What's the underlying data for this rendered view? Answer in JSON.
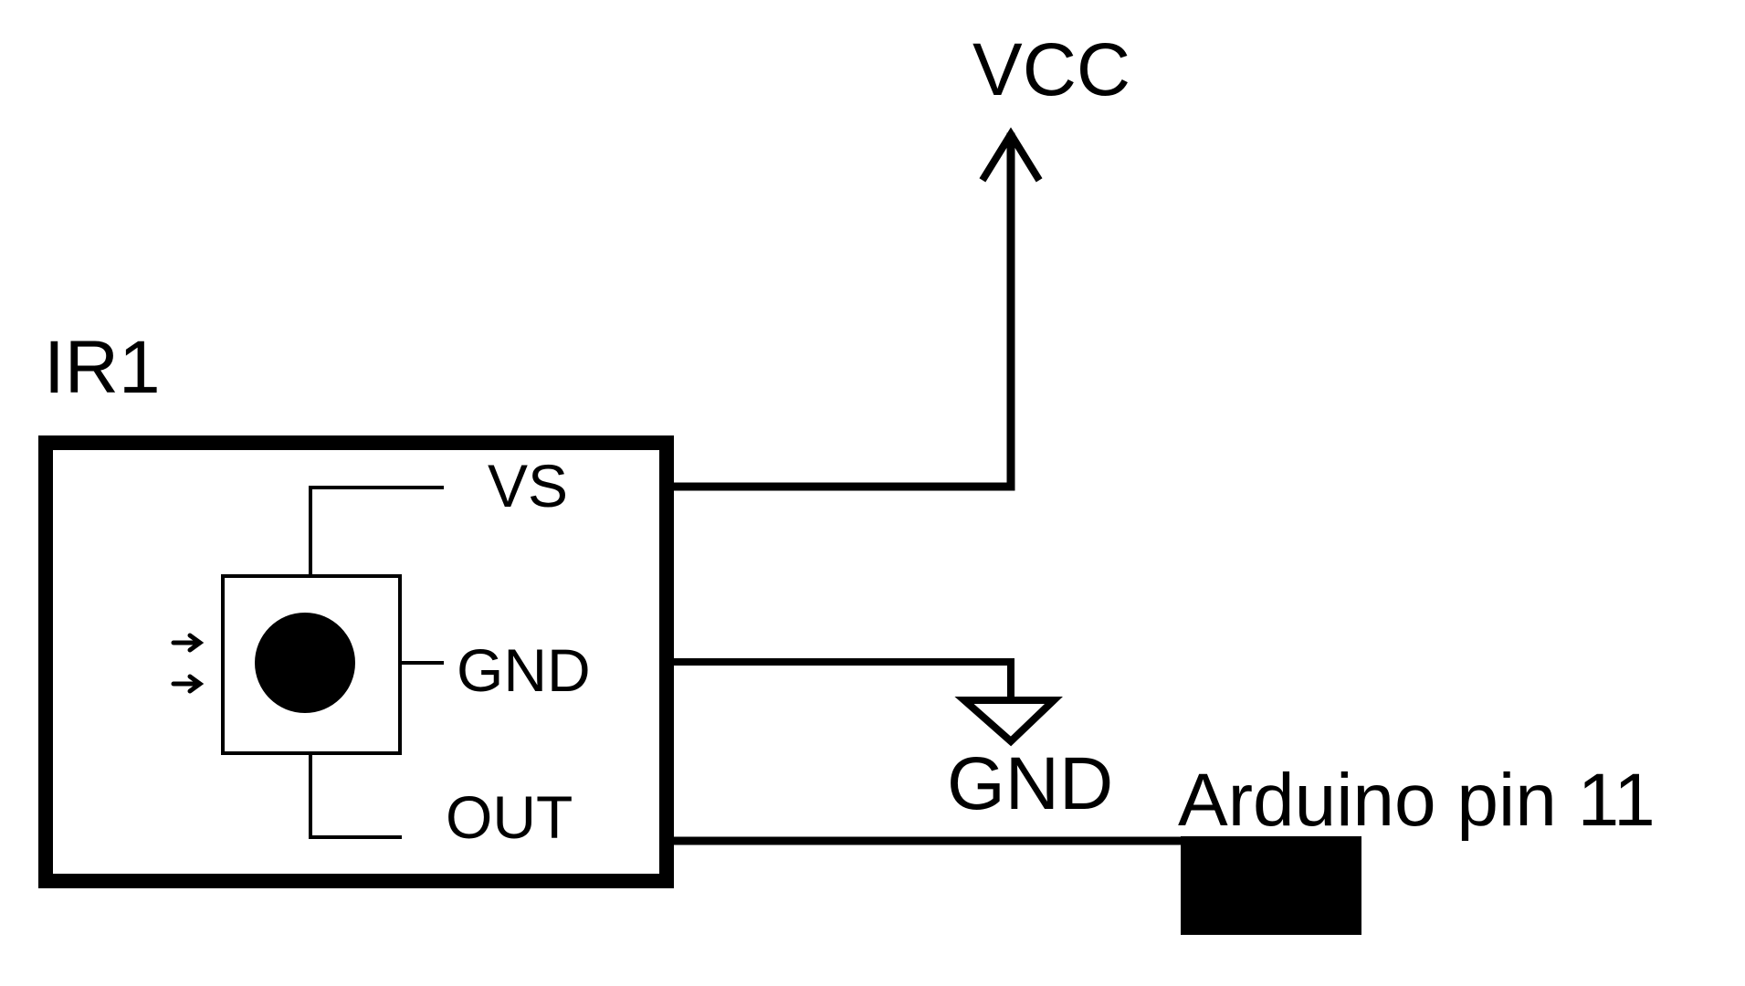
{
  "component": {
    "designator": "IR1",
    "pins": {
      "vs": "VS",
      "gnd": "GND",
      "out": "OUT"
    }
  },
  "nets": {
    "vcc_label": "VCC",
    "gnd_label": "GND",
    "output_label": "Arduino pin 11"
  },
  "colors": {
    "ink": "#000000",
    "background": "#ffffff"
  }
}
